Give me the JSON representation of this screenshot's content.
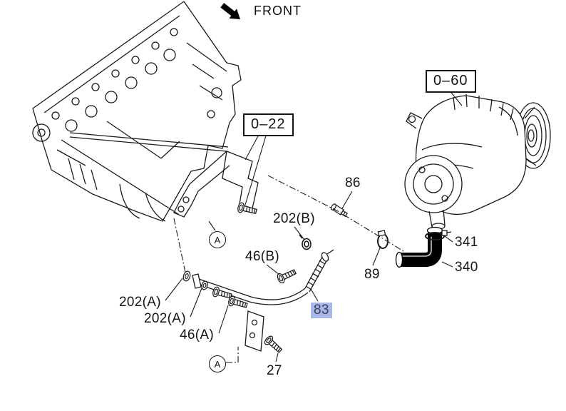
{
  "diagram": {
    "front_label": "FRONT",
    "section_refs": {
      "ref_0_22": "0–22",
      "ref_0_60": "0–60"
    },
    "callouts": {
      "c86": "86",
      "c202b": "202(B)",
      "c46b": "46(B)",
      "c89": "89",
      "c341": "341",
      "c340": "340",
      "c83": "83",
      "c202a_1": "202(A)",
      "c202a_2": "202(A)",
      "c46a": "46(A)",
      "c27": "27"
    },
    "view_markers": {
      "top": "A",
      "bottom": "A"
    },
    "highlight": {
      "part": "83",
      "color": "#a9b8e6"
    }
  }
}
